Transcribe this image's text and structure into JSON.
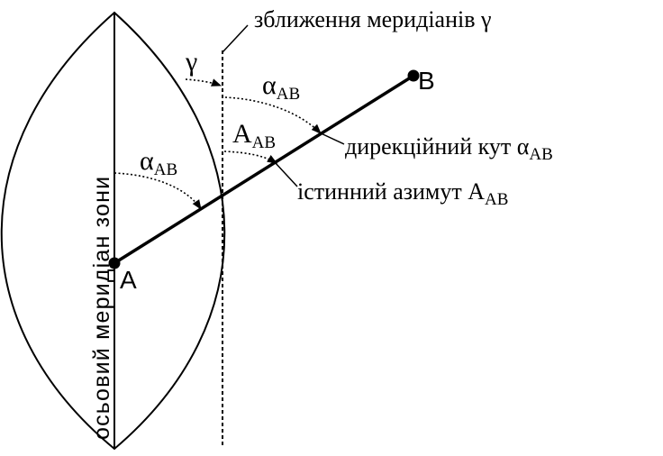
{
  "diagram": {
    "header_label": "зближення меридіанів γ",
    "gamma_symbol": "γ",
    "alpha_symbol": "α",
    "azimuth_symbol": "A",
    "subscript": "AB",
    "directional_angle_label": "дирекційний кут α",
    "true_azimuth_label": "істинний азимут A",
    "axial_meridian_label": "осьовий меридіан зони",
    "point_a": "A",
    "point_b": "B"
  }
}
